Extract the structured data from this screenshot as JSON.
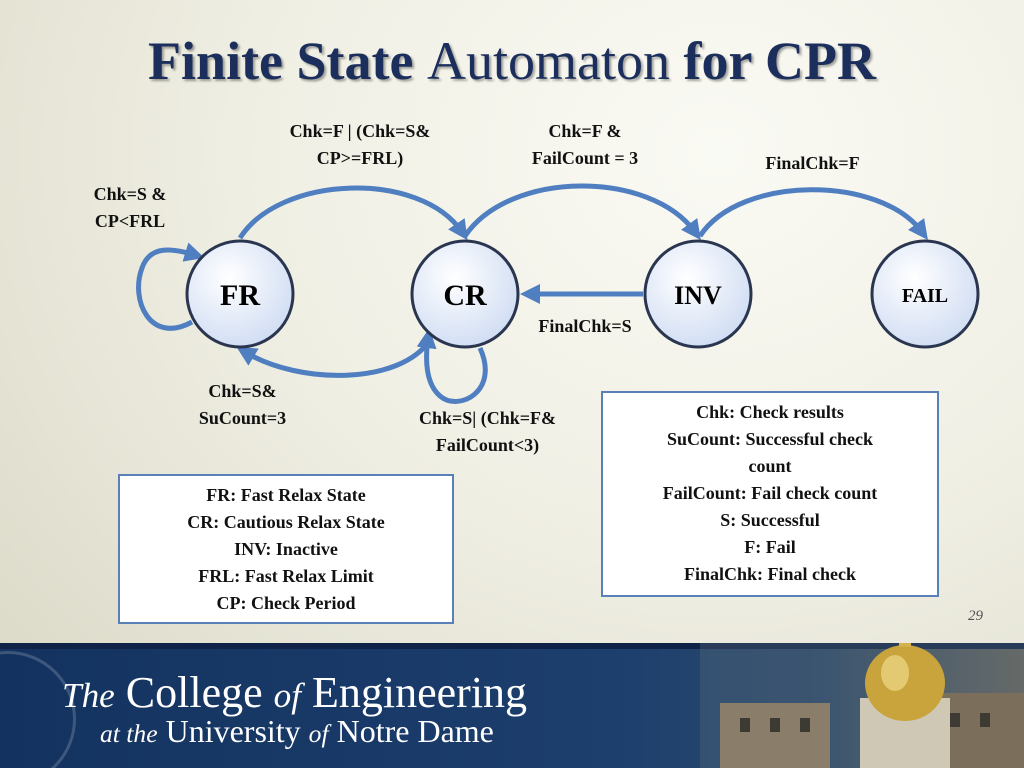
{
  "title": {
    "part1": "Finite State",
    "part2": "Automaton",
    "part3": "for CPR"
  },
  "states": {
    "fr": "FR",
    "cr": "CR",
    "inv": "INV",
    "fail": "FAIL"
  },
  "transitions": {
    "fr_self": [
      "Chk=S &",
      "CP<FRL"
    ],
    "fr_to_cr": [
      "Chk=F | (Chk=S&",
      "CP>=FRL)"
    ],
    "cr_to_inv": [
      "Chk=F &",
      "FailCount = 3"
    ],
    "inv_to_fail": [
      "FinalChk=F"
    ],
    "inv_to_cr": [
      "FinalChk=S"
    ],
    "cr_to_fr": [
      "Chk=S&",
      "SuCount=3"
    ],
    "cr_self": [
      "Chk=S| (Chk=F&",
      "FailCount<3)"
    ]
  },
  "legend_left": [
    "FR: Fast Relax State",
    "CR: Cautious Relax State",
    "INV: Inactive",
    "FRL: Fast Relax Limit",
    "CP: Check Period"
  ],
  "legend_right": [
    "Chk: Check results",
    "SuCount: Successful check",
    "count",
    "FailCount: Fail check count",
    "S: Successful",
    "F: Fail",
    "FinalChk: Final check"
  ],
  "page_number": "29",
  "footer": {
    "line1_the": "The",
    "line1_college": "College",
    "line1_of": "of",
    "line1_eng": "Engineering",
    "line2_at": "at the",
    "line2_univ": "University",
    "line2_of": "of",
    "line2_nd": "Notre Dame"
  },
  "colors": {
    "title": "#1c2f5c",
    "arrow": "#4f7fc0",
    "state_border": "#2a3550",
    "state_fill": "#ddeaff",
    "legend_border": "#5a80b8",
    "footer": "#1d3f6e"
  }
}
